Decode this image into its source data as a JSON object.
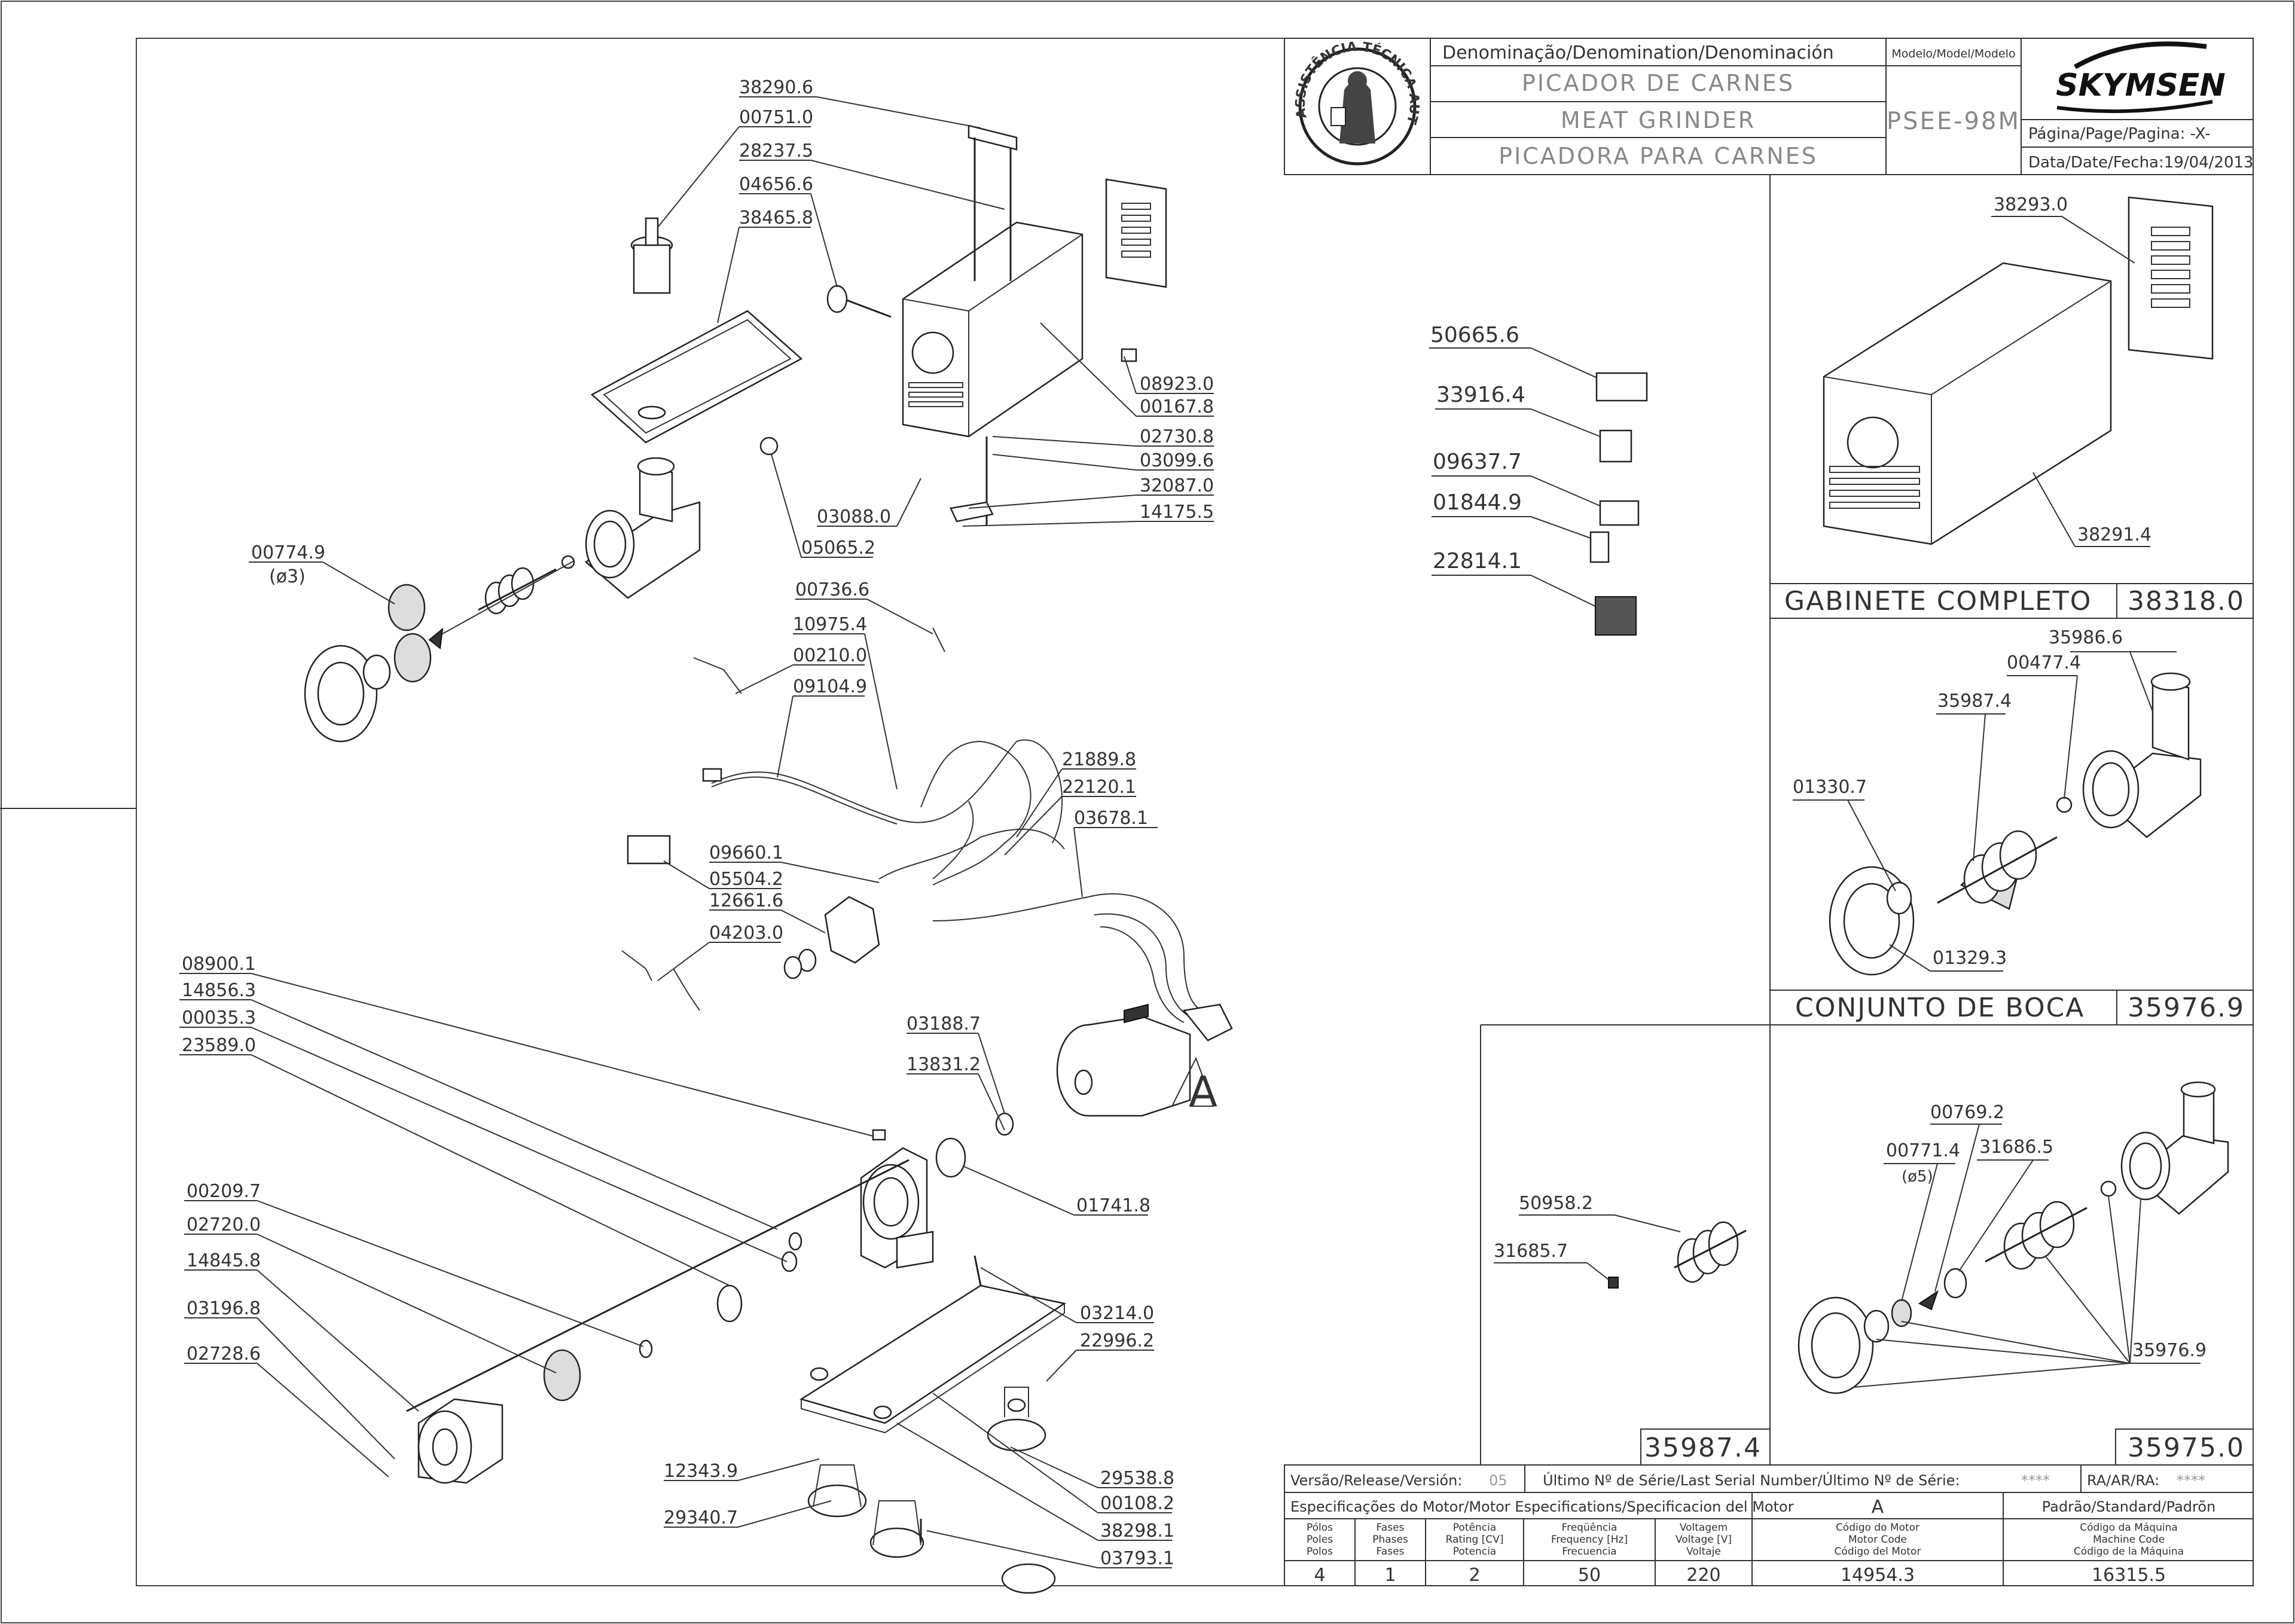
{
  "header": {
    "denomination_label": "Denominação/Denomination/Denominación",
    "model_label": "Modelo/Model/Modelo",
    "name_pt": "PICADOR DE CARNES",
    "name_en": "MEAT GRINDER",
    "name_es": "PICADORA  PARA CARNES",
    "model": "PSEE-98M",
    "brand": "SKYMSEN",
    "page": "Página/Page/Pagina: -X-",
    "date": "Data/Date/Fecha:19/04/2013",
    "seal_text": "ASSISTÊNCIA TÉCNICA AUTORIZADA"
  },
  "main_labels": [
    "38290.6",
    "00751.0",
    "28237.5",
    "04656.6",
    "38465.8",
    "08923.0",
    "00167.8",
    "02730.8",
    "03099.6",
    "32087.0",
    "14175.5",
    "03088.0",
    "05065.2",
    "00774.9",
    "(ø3)",
    "00736.6",
    "10975.4",
    "00210.0",
    "09104.9",
    "21889.8",
    "22120.1",
    "03678.1",
    "09660.1",
    "05504.2",
    "12661.6",
    "04203.0",
    "08900.1",
    "14856.3",
    "00035.3",
    "23589.0",
    "03188.7",
    "13831.2",
    "01741.8",
    "00209.7",
    "02720.0",
    "14845.8",
    "03196.8",
    "02728.6",
    "03214.0",
    "22996.2",
    "12343.9",
    "29340.7",
    "29538.8",
    "00108.2",
    "38298.1",
    "03793.1"
  ],
  "decal_labels": [
    "50665.6",
    "33916.4",
    "09637.7",
    "01844.9",
    "22814.1"
  ],
  "motor_letter": "A",
  "gabinete": {
    "title": "GABINETE COMPLETO",
    "code": "38318.0",
    "labels": [
      "38293.0",
      "38291.4"
    ]
  },
  "boca": {
    "title": "CONJUNTO DE BOCA",
    "code": "35976.9",
    "labels": [
      "35986.6",
      "00477.4",
      "35987.4",
      "01330.7",
      "01329.3"
    ]
  },
  "rosca": {
    "code": "35987.4",
    "labels": [
      "50958.2",
      "31685.7"
    ]
  },
  "boca5": {
    "code": "35975.0",
    "labels": [
      "31686.5",
      "00769.2",
      "00771.4",
      "(ø5)",
      "35976.9"
    ]
  },
  "release": {
    "version_label": "Versão/Release/Versión:",
    "version_value": "05",
    "serial_label": "Último Nº de Série/Last Serial Number/Último Nº de Série:",
    "serial_value": "****",
    "ra_label": "RA/AR/RA:",
    "ra_value": "****"
  },
  "motor_spec": {
    "title": "Especificações do Motor/Motor Especifications/Specificacion del Motor",
    "motor_letter": "A",
    "standard_label": "Padrão/Standard/Padrõn",
    "columns": [
      {
        "h1": "Pólos",
        "h2": "Poles",
        "h3": "Polos",
        "value": "4"
      },
      {
        "h1": "Fases",
        "h2": "Phases",
        "h3": "Fases",
        "value": "1"
      },
      {
        "h1": "Potência",
        "h2": "Rating [CV]",
        "h3": "Potencia",
        "value": "2"
      },
      {
        "h1": "Freqüência",
        "h2": "Frequency [Hz]",
        "h3": "Frecuencia",
        "value": "50"
      },
      {
        "h1": "Voltagem",
        "h2": "Voltage [V]",
        "h3": "Voltaje",
        "value": "220"
      },
      {
        "h1": "Código do Motor",
        "h2": "Motor Code",
        "h3": "Código del Motor",
        "value": "14954.3"
      },
      {
        "h1": "Código da Máquina",
        "h2": "Machine Code",
        "h3": "Código de la Máquina",
        "value": "16315.5"
      }
    ]
  }
}
